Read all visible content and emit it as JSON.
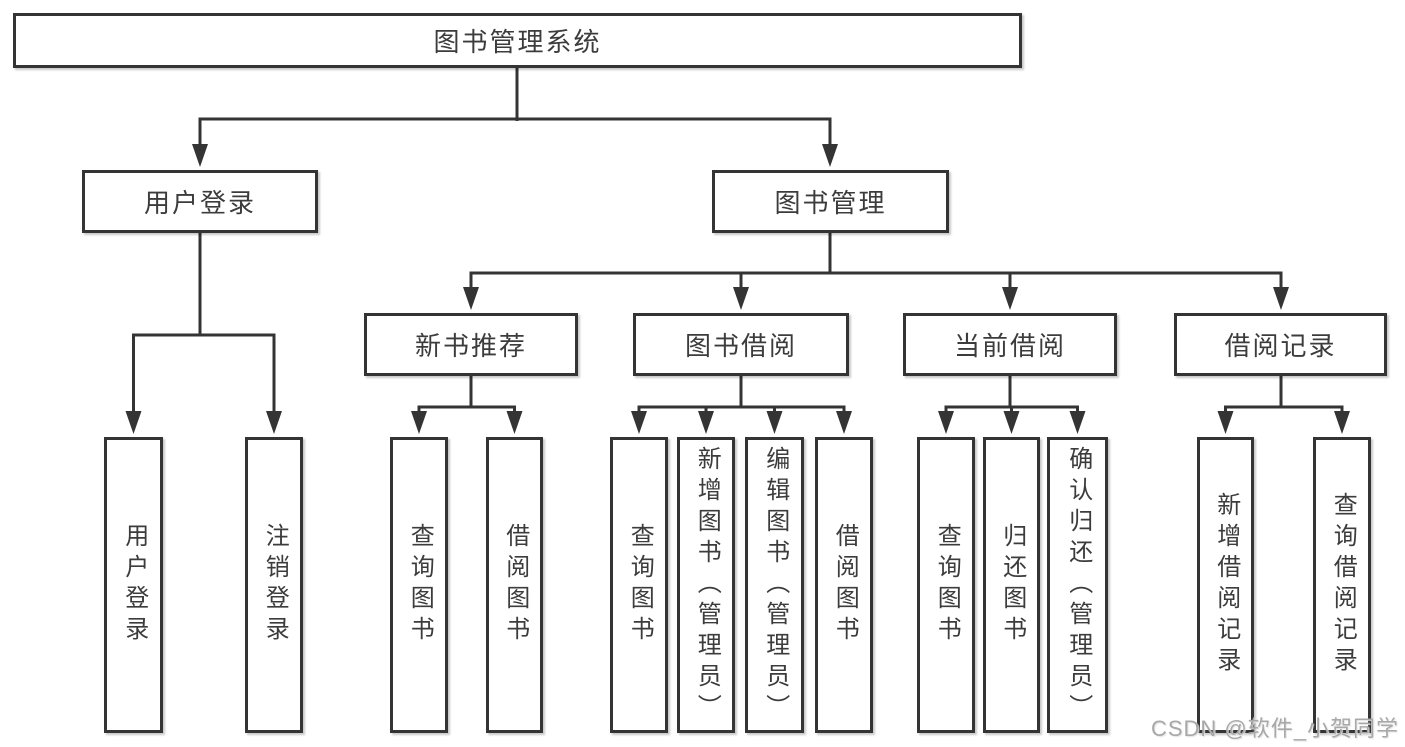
{
  "watermark": "CSDN @软件_小贺同学",
  "colors": {
    "background": "#ffffff",
    "box_border": "#343434",
    "connector_line": "#343434",
    "text": "#3c3c3c",
    "watermark_text": "#a8a8a8"
  },
  "tree": {
    "label": "图书管理系统",
    "children": [
      {
        "label": "用户登录",
        "children": [
          {
            "label": "用户登录"
          },
          {
            "label": "注销登录"
          }
        ]
      },
      {
        "label": "图书管理",
        "children": [
          {
            "label": "新书推荐",
            "children": [
              {
                "label": "查询图书"
              },
              {
                "label": "借阅图书"
              }
            ]
          },
          {
            "label": "图书借阅",
            "children": [
              {
                "label": "查询图书"
              },
              {
                "label": "新增图书（管理员）"
              },
              {
                "label": "编辑图书（管理员）"
              },
              {
                "label": "借阅图书"
              }
            ]
          },
          {
            "label": "当前借阅",
            "children": [
              {
                "label": "查询图书"
              },
              {
                "label": "归还图书"
              },
              {
                "label": "确认归还（管理员）"
              }
            ]
          },
          {
            "label": "借阅记录",
            "children": [
              {
                "label": "新增借阅记录"
              },
              {
                "label": "查询借阅记录"
              }
            ]
          }
        ]
      }
    ]
  }
}
